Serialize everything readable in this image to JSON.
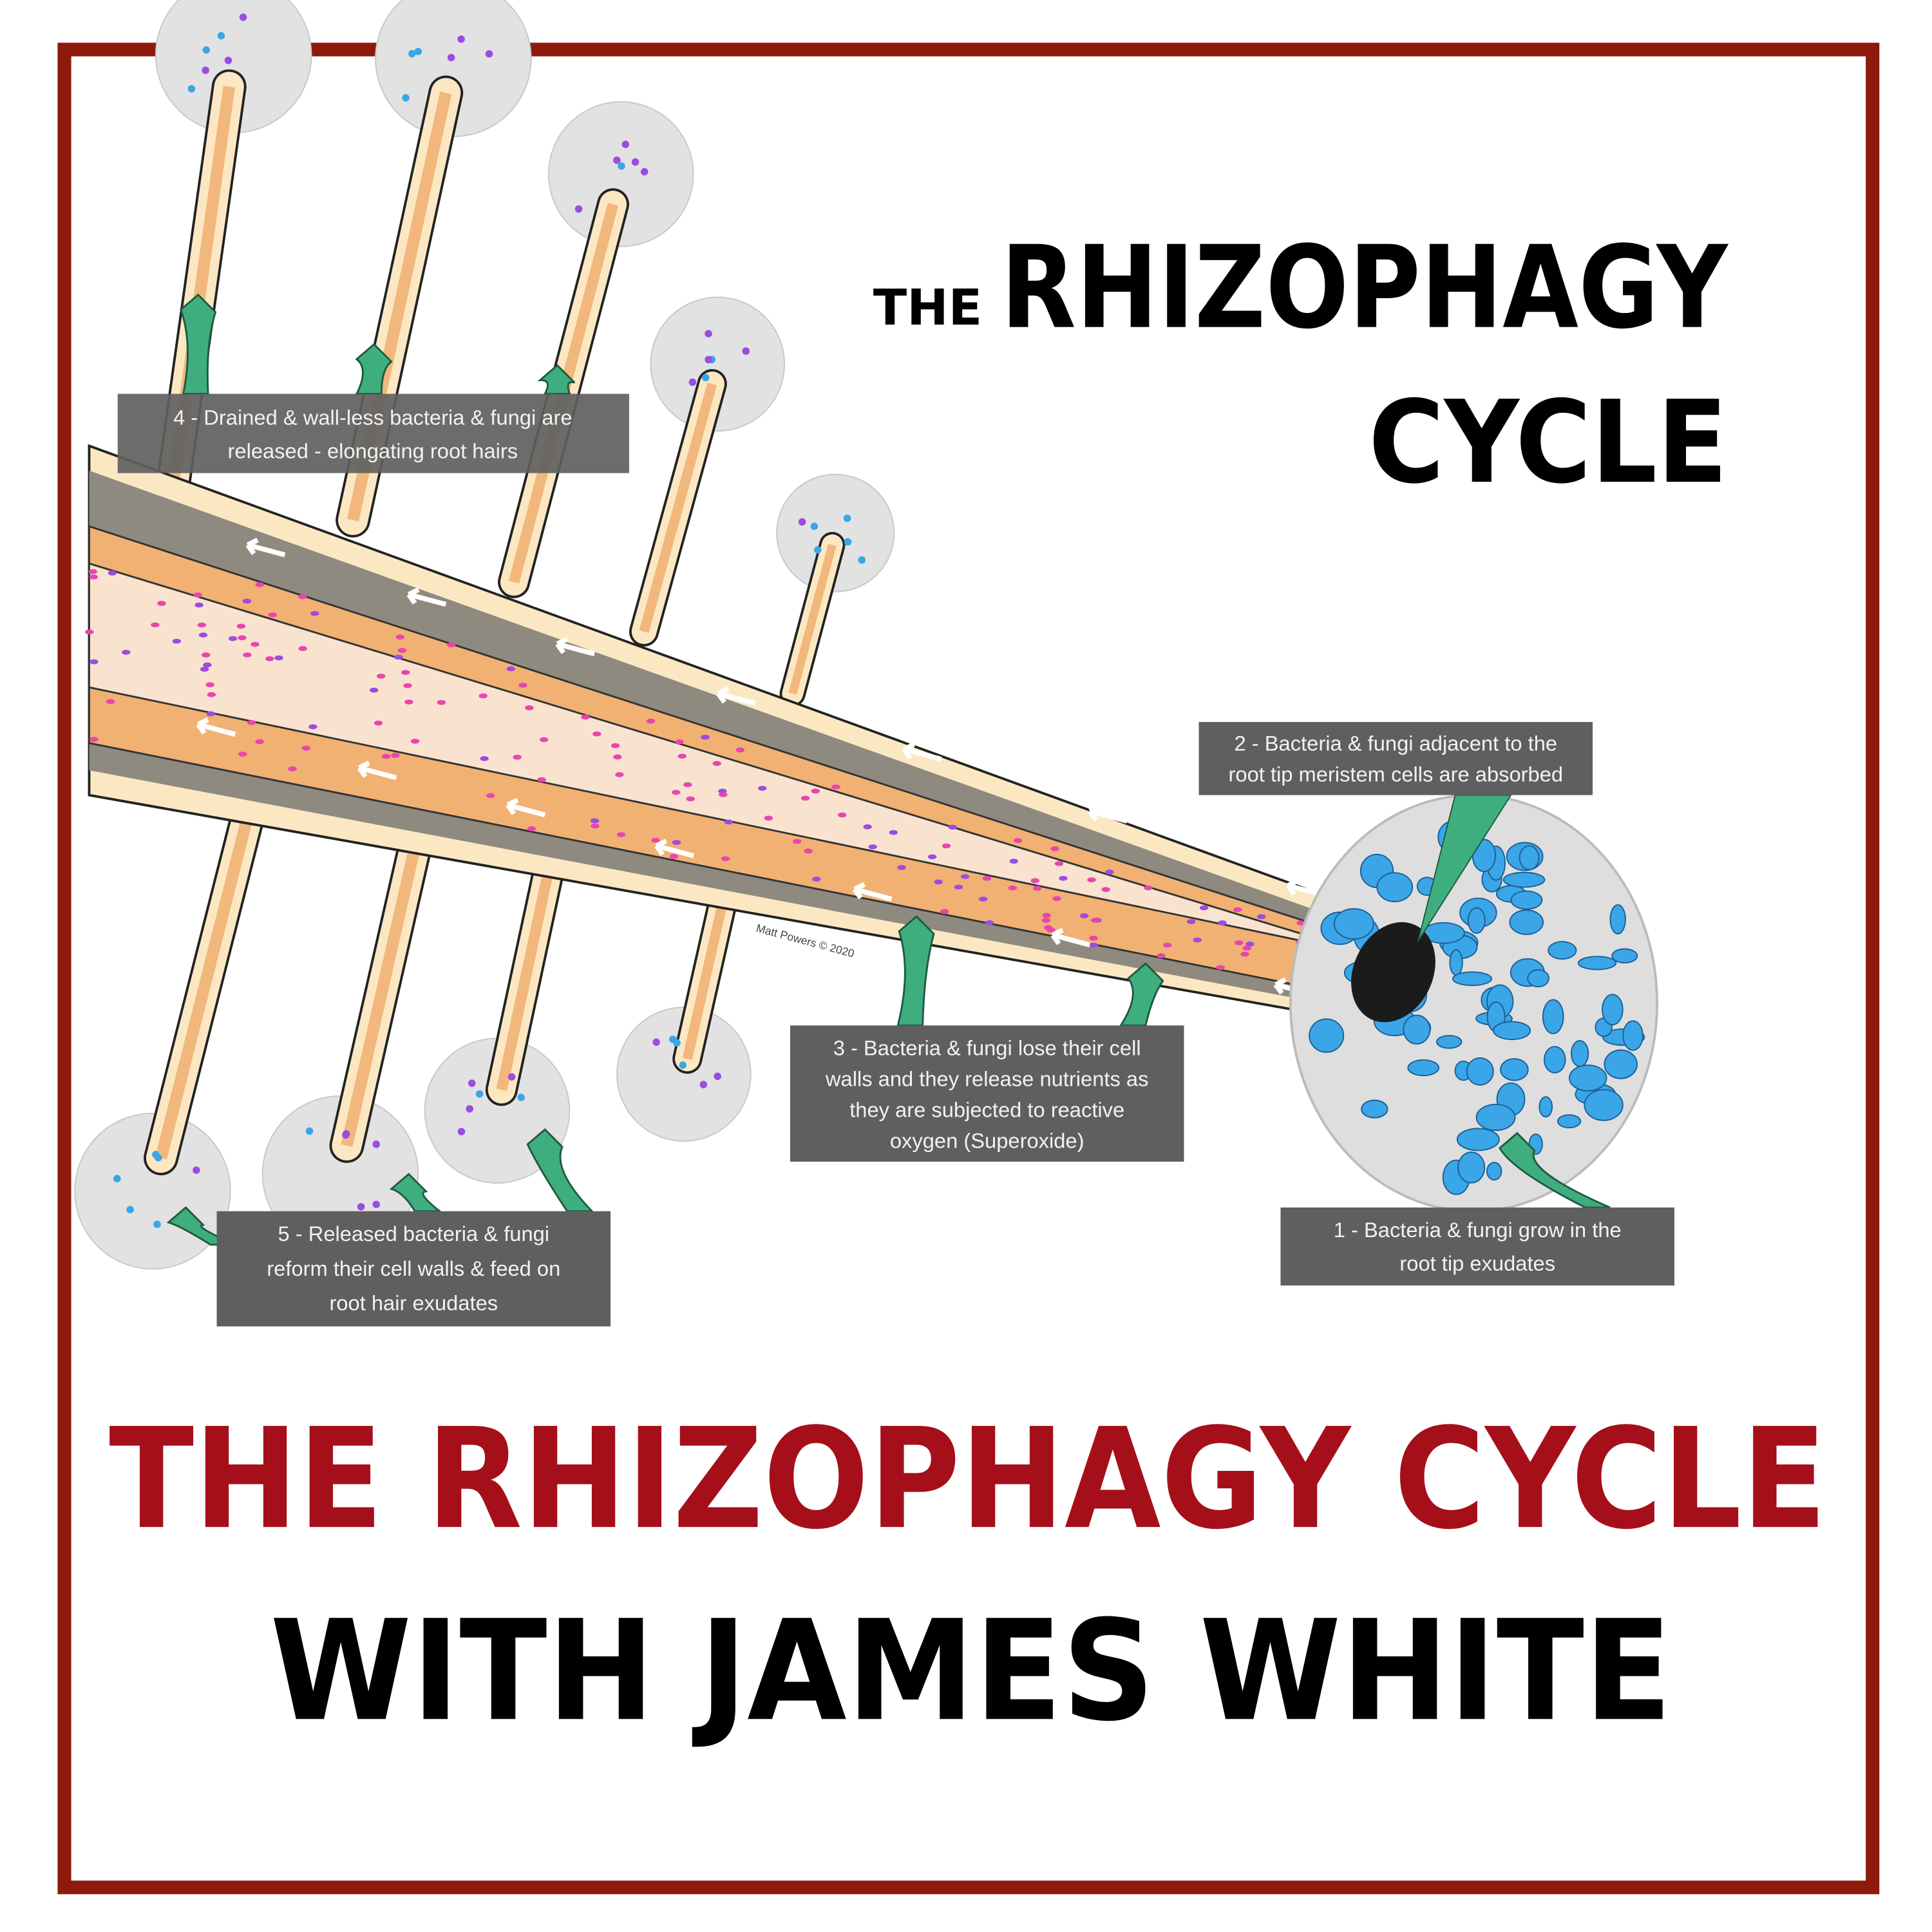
{
  "diagram_title": {
    "prefix": "THE",
    "line1": "RHIZOPHAGY",
    "line2": "CYCLE"
  },
  "labels": {
    "step1": [
      "1 - Bacteria & fungi grow in the",
      "root tip exudates"
    ],
    "step2": [
      "2 - Bacteria & fungi adjacent to the",
      "root tip meristem cells are absorbed"
    ],
    "step3": [
      "3 - Bacteria & fungi lose their cell",
      "walls and they release nutrients as",
      "they are subjected to reactive",
      "oxygen (Superoxide)"
    ],
    "step4": [
      "4 - Drained & wall-less bacteria & fungi are",
      "released - elongating root hairs"
    ],
    "step5": [
      "5 - Released bacteria & fungi",
      "reform their cell walls & feed on",
      "root hair exudates"
    ]
  },
  "credit": "Matt Powers © 2020",
  "heading": {
    "line1": "THE RHIZOPHAGY CYCLE",
    "line2": "WITH JAMES WHITE"
  },
  "colors": {
    "frame": "#8e1a0c",
    "heading_red": "#a50f1a",
    "label_bg": "#5f5f5f",
    "arrow_green": "#3fae7f",
    "microbe_blue": "#3aa6e8"
  }
}
